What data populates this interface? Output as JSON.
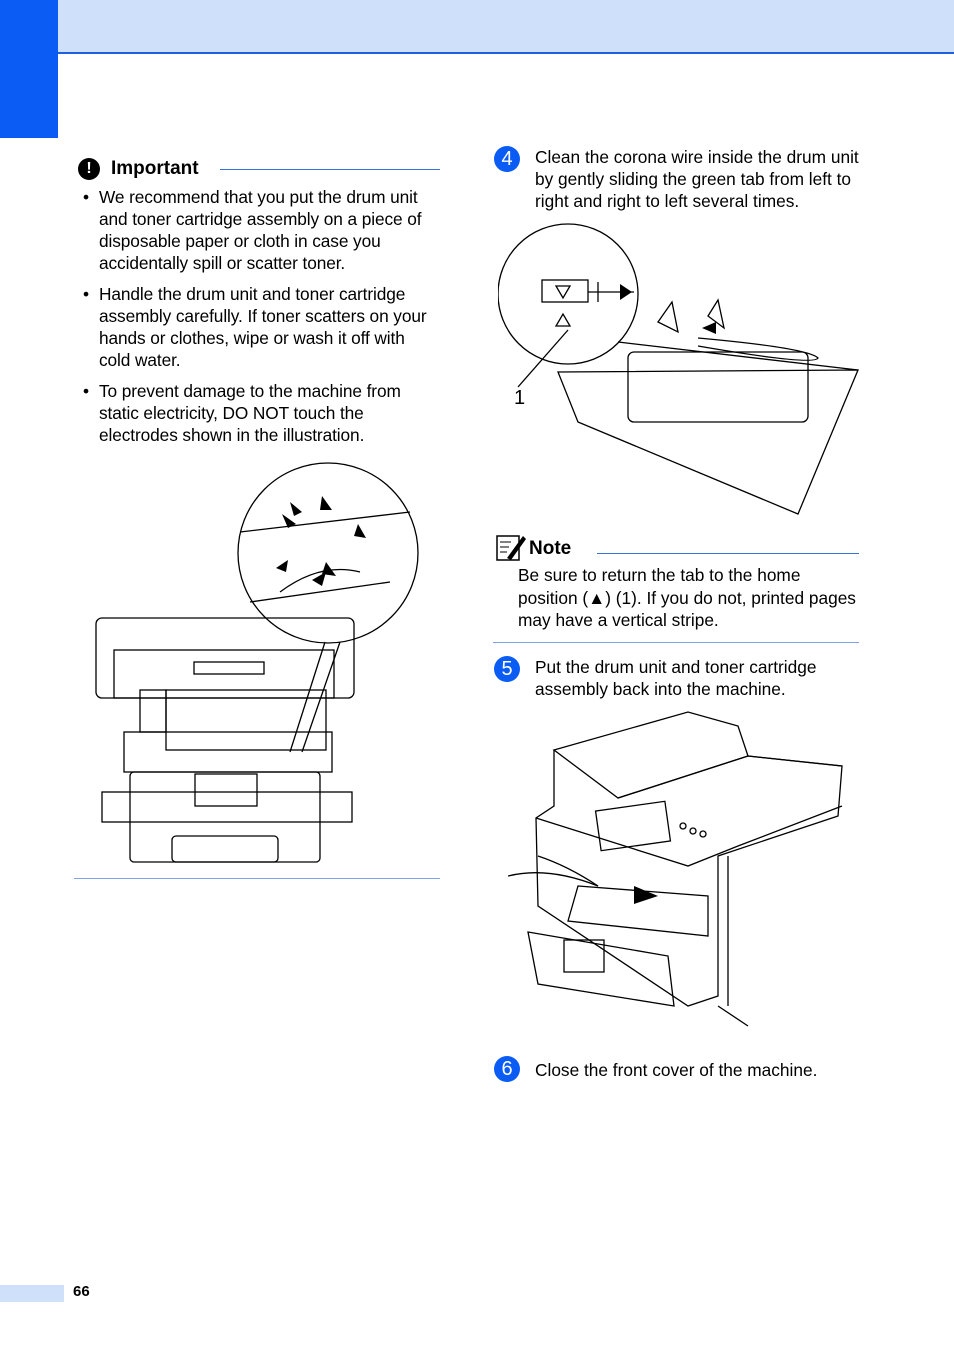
{
  "important": {
    "title": "Important",
    "items": [
      "We recommend that you put the drum unit and toner cartridge assembly on a piece of disposable paper or cloth in case you accidentally spill or scatter toner.",
      "Handle the drum unit and toner cartridge assembly carefully. If toner scatters on your hands or clothes, wipe or wash it off with cold water.",
      "To prevent damage to the machine from static electricity, DO NOT touch the electrodes shown in the illustration."
    ]
  },
  "steps": [
    {
      "number": "4",
      "text": "Clean the corona wire inside the drum unit by gently sliding the green tab from left to right and right to left several times."
    },
    {
      "number": "5",
      "text": "Put the drum unit and toner cartridge assembly back into the machine."
    },
    {
      "number": "6",
      "text": "Close the front cover of the machine."
    }
  ],
  "note": {
    "title": "Note",
    "text": "Be sure to return the tab to the home position (▲) (1). If you do not, printed pages may have a vertical stripe."
  },
  "figure_callout": "1",
  "page_number": "66",
  "colors": {
    "accent": "#0a5cf5",
    "header_band": "#cfe0fb",
    "rule": "#3b6fe0"
  }
}
